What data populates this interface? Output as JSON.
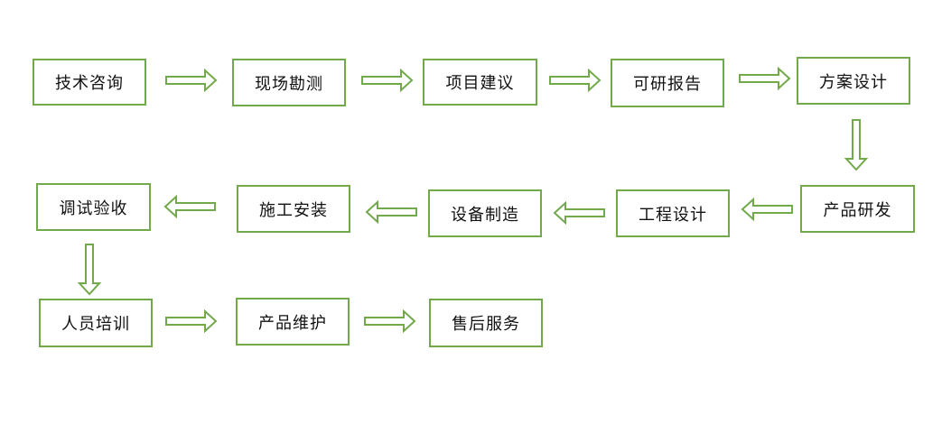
{
  "diagram": {
    "accent_color": "#72a94a",
    "steps": [
      {
        "id": "s1",
        "label": "技术咨询"
      },
      {
        "id": "s2",
        "label": "现场勘测"
      },
      {
        "id": "s3",
        "label": "项目建议"
      },
      {
        "id": "s4",
        "label": "可研报告"
      },
      {
        "id": "s5",
        "label": "方案设计"
      },
      {
        "id": "s6",
        "label": "产品研发"
      },
      {
        "id": "s7",
        "label": "工程设计"
      },
      {
        "id": "s8",
        "label": "设备制造"
      },
      {
        "id": "s9",
        "label": "施工安装"
      },
      {
        "id": "s10",
        "label": "调试验收"
      },
      {
        "id": "s11",
        "label": "人员培训"
      },
      {
        "id": "s12",
        "label": "产品维护"
      },
      {
        "id": "s13",
        "label": "售后服务"
      }
    ],
    "flow": [
      [
        "s1",
        "s2"
      ],
      [
        "s2",
        "s3"
      ],
      [
        "s3",
        "s4"
      ],
      [
        "s4",
        "s5"
      ],
      [
        "s5",
        "s6"
      ],
      [
        "s6",
        "s7"
      ],
      [
        "s7",
        "s8"
      ],
      [
        "s8",
        "s9"
      ],
      [
        "s9",
        "s10"
      ],
      [
        "s10",
        "s11"
      ],
      [
        "s11",
        "s12"
      ],
      [
        "s12",
        "s13"
      ]
    ]
  }
}
